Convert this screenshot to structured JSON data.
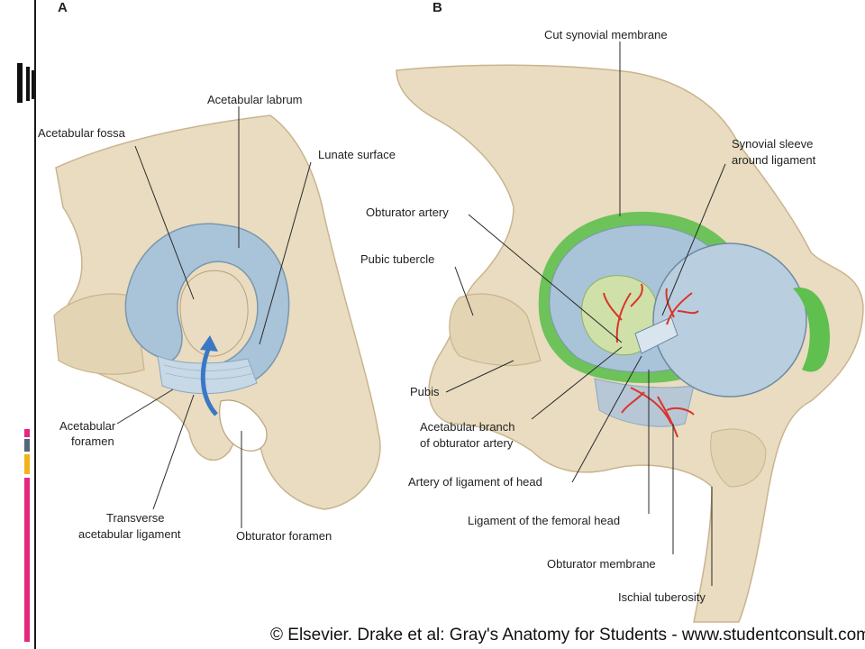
{
  "panels": {
    "a": "A",
    "b": "B"
  },
  "labels_a": {
    "acetabular_labrum": "Acetabular labrum",
    "acetabular_fossa": "Acetabular fossa",
    "lunate_surface": "Lunate surface",
    "acetabular_foramen_line1": "Acetabular",
    "acetabular_foramen_line2": "foramen",
    "transverse_line1": "Transverse",
    "transverse_line2": "acetabular ligament",
    "obturator_foramen": "Obturator foramen"
  },
  "labels_b": {
    "cut_synovial_membrane": "Cut synovial membrane",
    "synovial_sleeve_line1": "Synovial sleeve",
    "synovial_sleeve_line2": "around ligament",
    "obturator_artery": "Obturator artery",
    "pubic_tubercle": "Pubic tubercle",
    "pubis": "Pubis",
    "acetabular_branch_line1": "Acetabular branch",
    "acetabular_branch_line2": "of obturator artery",
    "artery_of_ligament": "Artery of ligament of head",
    "ligament_femoral_head": "Ligament of the femoral head",
    "obturator_membrane": "Obturator membrane",
    "ischial_tuberosity": "Ischial tuberosity"
  },
  "credit": "© Elsevier. Drake et al: Gray's Anatomy for Students - www.studentconsult.com",
  "colors": {
    "bone": "#e9dcc0",
    "cartilage": "#a9c3d8",
    "synovial": "#5fbf4f",
    "artery": "#d9342b",
    "accent_pink": "#e2287f",
    "accent_yellow": "#f2b21b",
    "accent_slate": "#556677"
  }
}
